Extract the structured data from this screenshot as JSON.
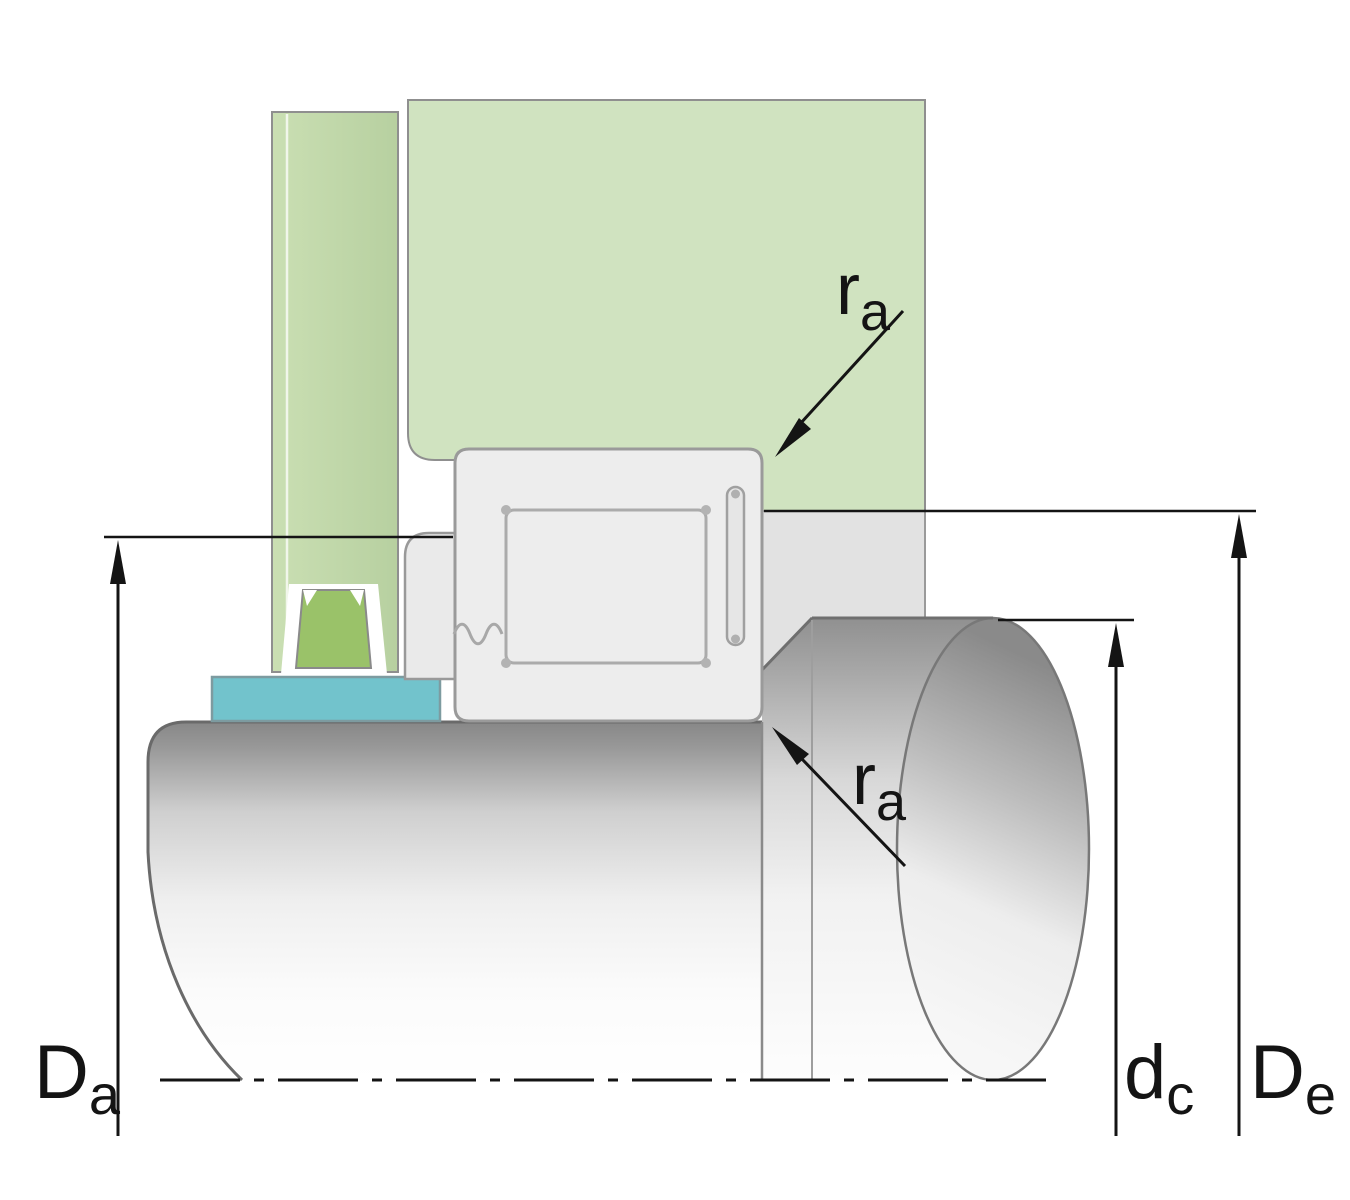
{
  "diagram": {
    "kind": "bearing-mounting-cross-section",
    "labels": {
      "Da": {
        "symbol": "D",
        "sub": "a"
      },
      "De": {
        "symbol": "D",
        "sub": "e"
      },
      "dc": {
        "symbol": "d",
        "sub": "c"
      },
      "ra_top": {
        "symbol": "r",
        "sub": "a"
      },
      "ra_bottom": {
        "symbol": "r",
        "sub": "a"
      }
    },
    "colors": {
      "housing_green": "#d0e3c0",
      "cover_green_light": "#cadfb3",
      "cover_green_dark": "#b7d0a0",
      "spacer_teal": "#72c3cc",
      "seal_green": "#9ac269",
      "bearing_gray": "#ededed",
      "lip_gray": "#eaeaea",
      "band_gray": "#e2e2e2",
      "dim_color": "#141414"
    }
  }
}
